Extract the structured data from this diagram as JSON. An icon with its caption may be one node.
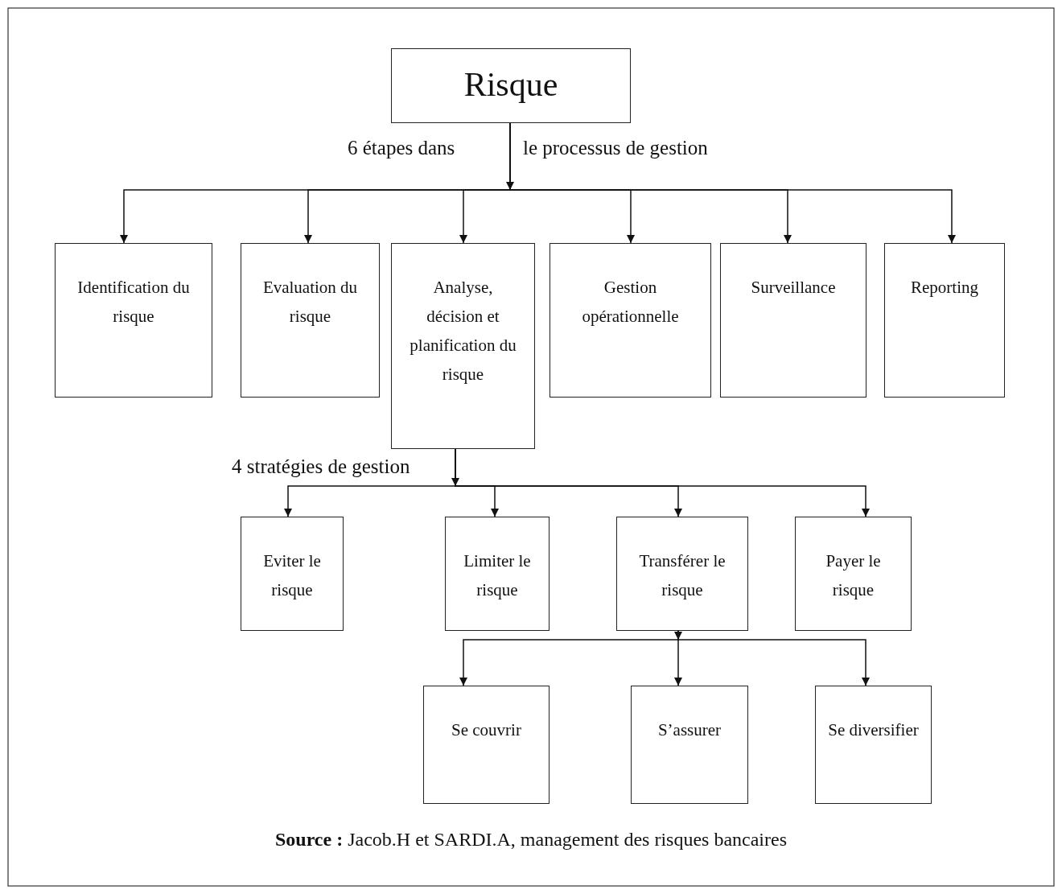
{
  "diagram": {
    "caption": "**Source :** Jacob.H et SARDI.A, management des risques bancaires",
    "nodes": [
      {
        "text": [
          "Risque"
        ]
      },
      {
        "text": [
          "Identification du risque"
        ]
      },
      {
        "text": [
          "Evaluation du risque"
        ]
      },
      {
        "text": [
          "Analyse, décision et planification du risque"
        ]
      },
      {
        "text": [
          "Gestion opérationnelle"
        ]
      },
      {
        "text": [
          "Surveillance"
        ]
      },
      {
        "text": [
          "Reporting"
        ]
      },
      {
        "text": [
          "Eviter le risque"
        ]
      },
      {
        "text": [
          "Limiter le risque"
        ]
      },
      {
        "text": [
          "Transférer le risque"
        ]
      },
      {
        "text": [
          "Payer le risque"
        ]
      },
      {
        "text": [
          "Se couvrir"
        ]
      },
      {
        "text": [
          "S’assurer"
        ]
      },
      {
        "text": [
          "Se diversifier"
        ]
      }
    ],
    "edges": [
      {
        "from": 0,
        "to": 1,
        "arrow": "to"
      },
      {
        "from": 0,
        "to": 2,
        "arrow": "to"
      },
      {
        "from": 0,
        "to": 3,
        "arrow": "to"
      },
      {
        "from": 0,
        "to": 4,
        "arrow": "to"
      },
      {
        "from": 0,
        "to": 5,
        "arrow": "to"
      },
      {
        "from": 0,
        "to": 6,
        "arrow": "to"
      },
      {
        "from": 3,
        "to": 7,
        "arrow": "to"
      },
      {
        "from": 3,
        "to": 8,
        "arrow": "to"
      },
      {
        "from": 3,
        "to": 9,
        "arrow": "to"
      },
      {
        "from": 3,
        "to": 10,
        "arrow": "to"
      },
      {
        "from": 9,
        "to": 11,
        "arrow": "to"
      },
      {
        "from": 9,
        "to": 12,
        "arrow": "to"
      },
      {
        "from": 9,
        "to": 13,
        "arrow": "to"
      }
    ],
    "labels": [
      "6 étapes dans",
      "le processus de gestion",
      "4 stratégies de gestion"
    ]
  }
}
